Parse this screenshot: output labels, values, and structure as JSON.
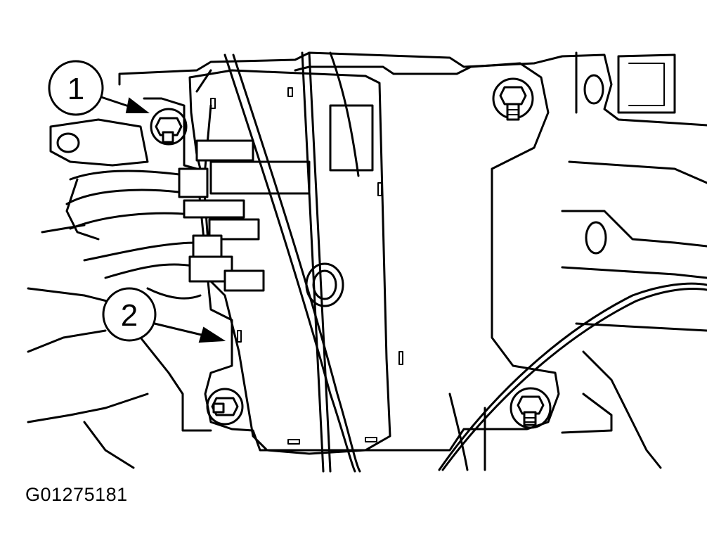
{
  "figure": {
    "id_label": "G01275181",
    "callouts": [
      {
        "number": "1"
      },
      {
        "number": "2"
      }
    ]
  }
}
